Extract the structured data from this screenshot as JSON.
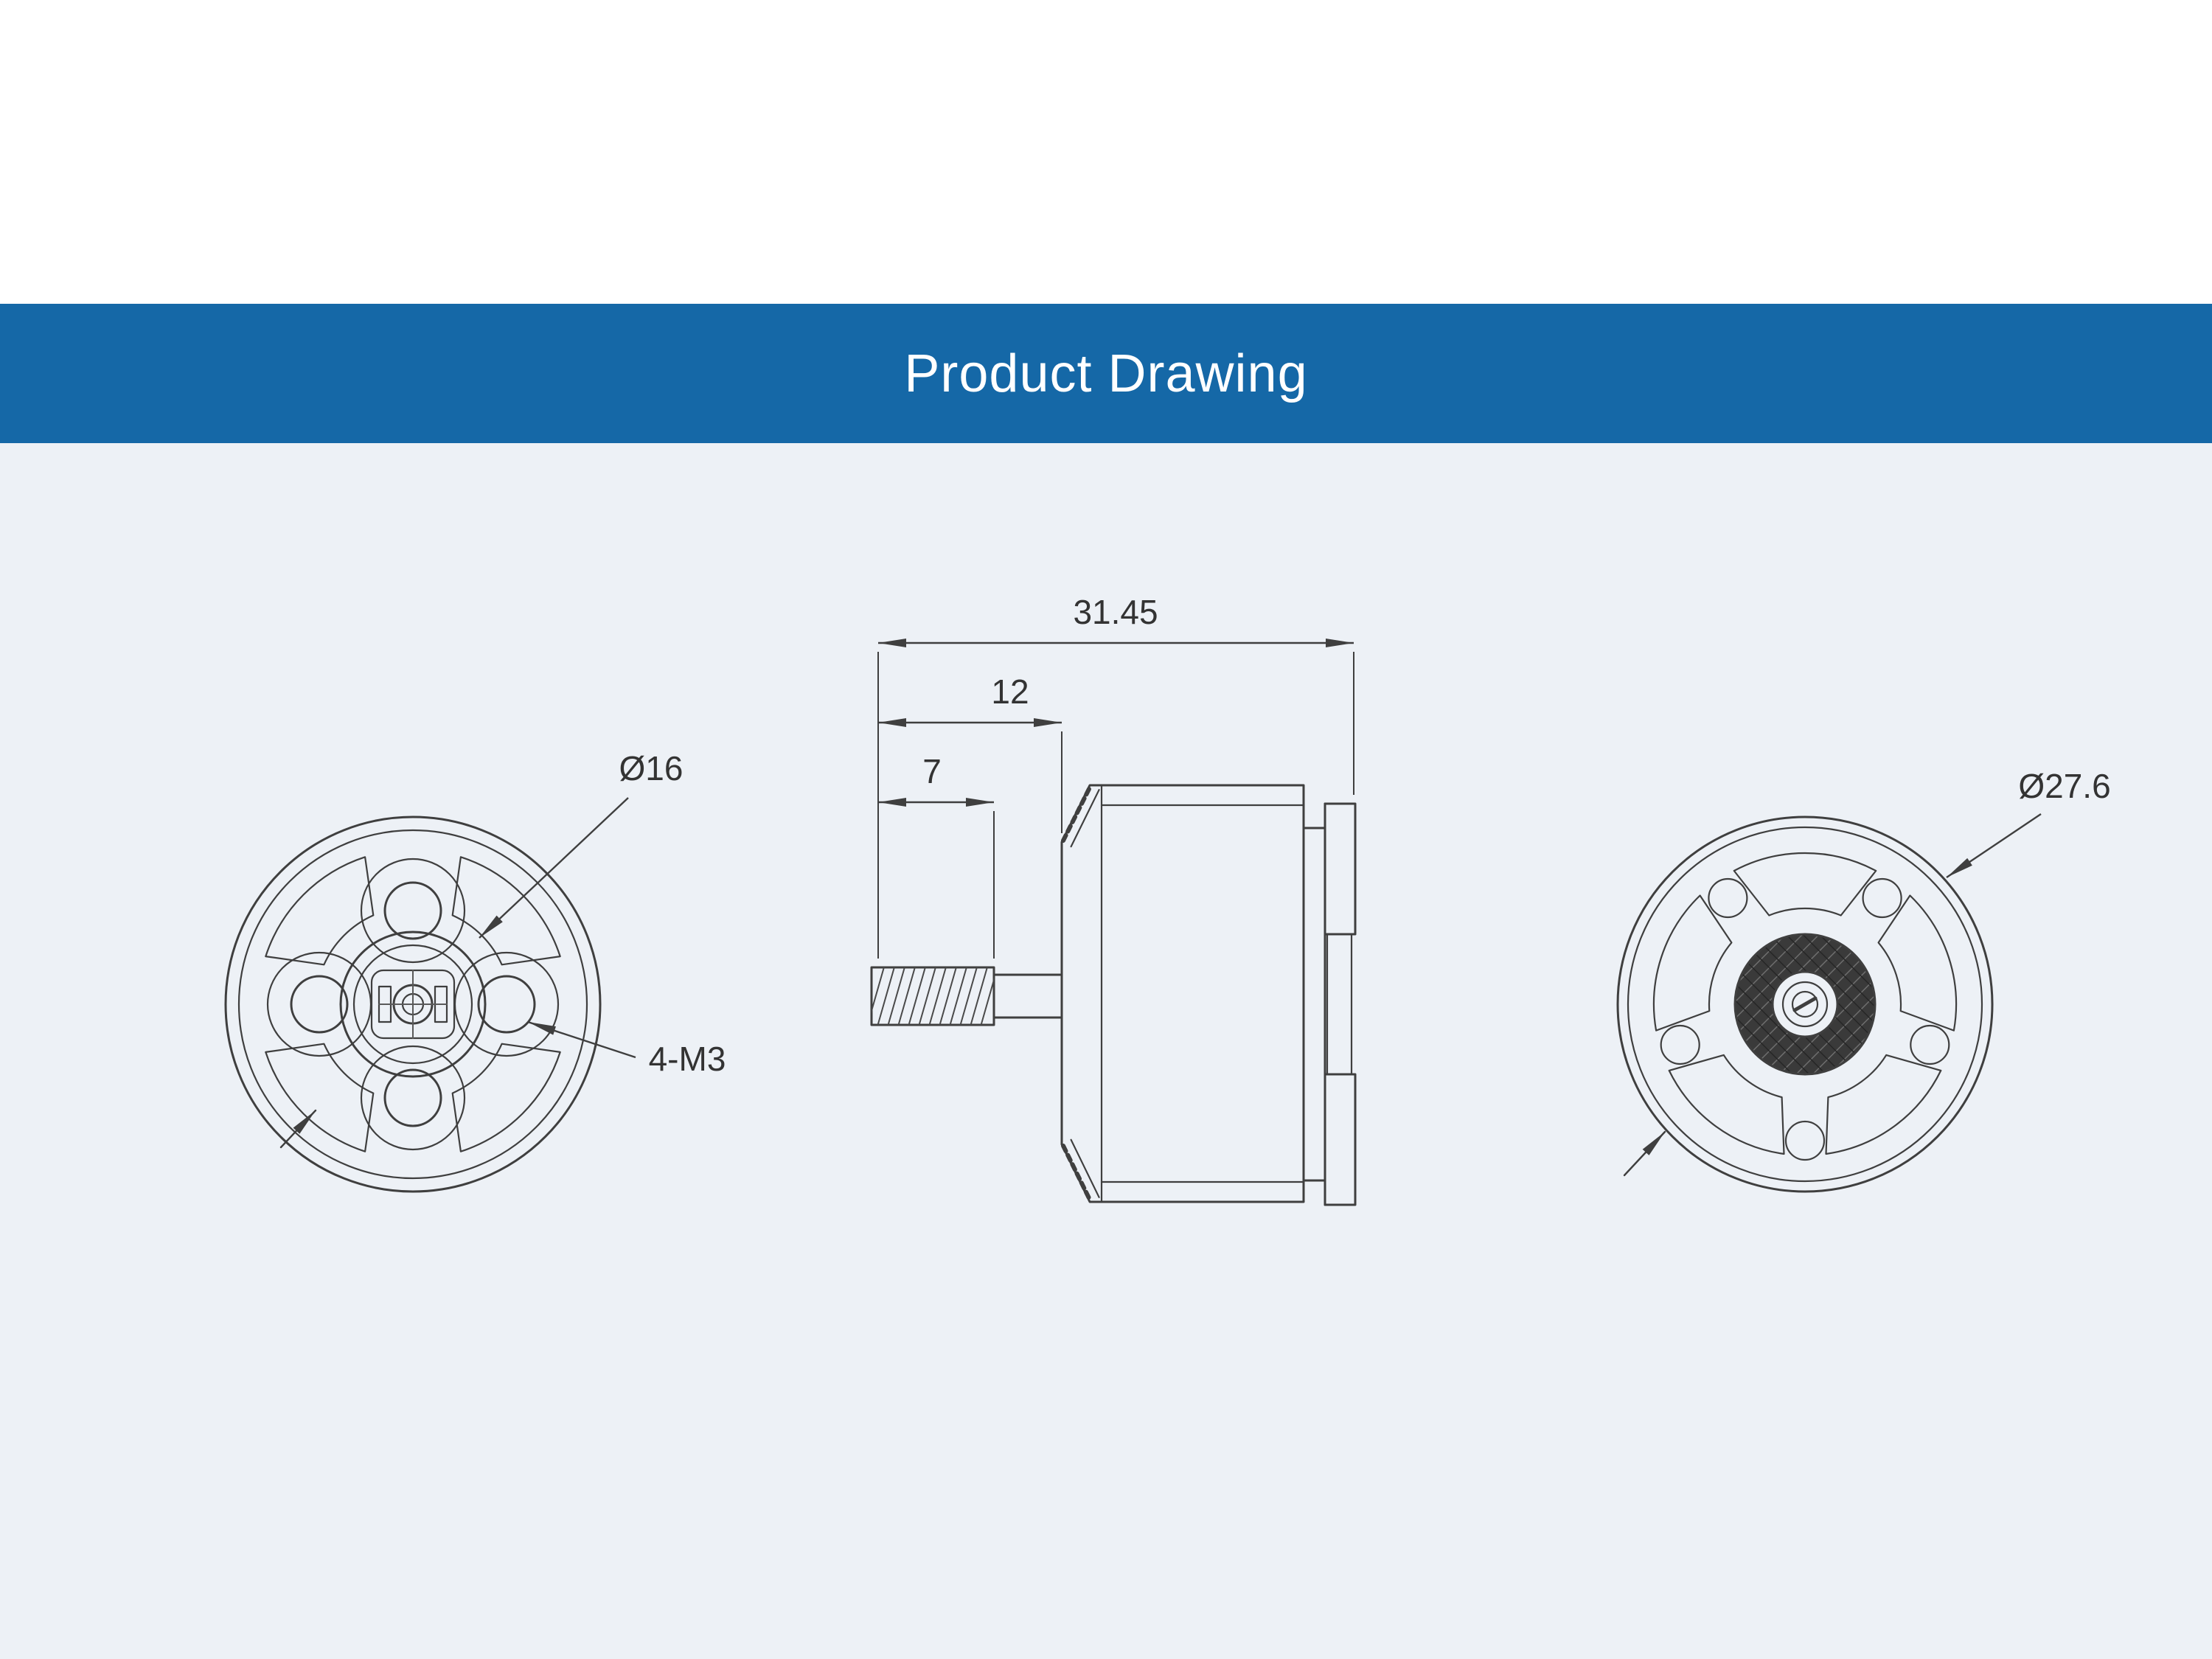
{
  "header": {
    "title": "Product Drawing"
  },
  "drawing": {
    "front_view": {
      "description": "front view with four-lobe mounting base",
      "labels": {
        "bolt_circle_diameter": "Ø16",
        "mount_holes": "4-M3"
      }
    },
    "side_view": {
      "description": "side profile with threaded shaft and bell",
      "labels": {
        "overall_length": "31.45",
        "shaft_length": "12",
        "thread_length": "7"
      }
    },
    "rear_view": {
      "description": "rear view with five-spoke bell and knurled hub",
      "labels": {
        "outer_diameter": "Ø27.6"
      }
    }
  },
  "colors": {
    "banner_bg": "#1568a7",
    "banner_text": "#ffffff",
    "canvas_bg": "#edf1f6",
    "line": "#3f3f3f",
    "dim_text": "#333333"
  }
}
